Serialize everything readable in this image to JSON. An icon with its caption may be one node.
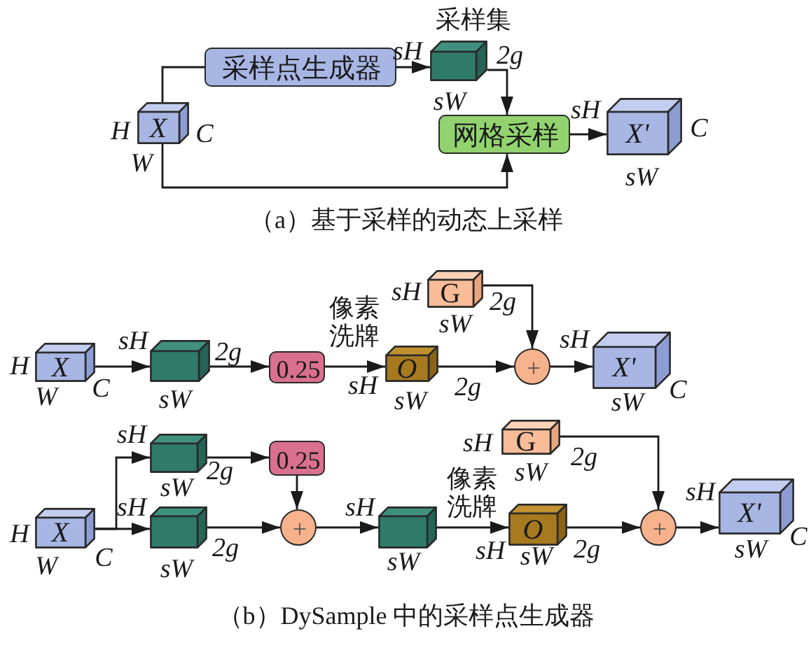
{
  "diagram": {
    "nodes": [
      {
        "text": [
          "X"
        ],
        "beside": [
          "H",
          "C",
          "W"
        ]
      },
      {
        "text": [
          "采样点生成器"
        ]
      },
      {
        "text": [],
        "shape": "box",
        "beside": [
          "采样集",
          "sH",
          "2g",
          "sW"
        ]
      },
      {
        "text": [
          "网格采样"
        ]
      },
      {
        "text": [
          "X'"
        ],
        "beside": [
          "sH",
          "C",
          "sW"
        ]
      },
      {
        "text": [
          "X"
        ],
        "beside": [
          "H",
          "C",
          "W"
        ]
      },
      {
        "text": [],
        "shape": "box",
        "beside": [
          "sH",
          "2g",
          "sW"
        ]
      },
      {
        "text": [
          "0.25"
        ]
      },
      {
        "text": [
          "O"
        ],
        "beside": [
          "sH",
          "sW",
          "2g"
        ]
      },
      {
        "text": [
          "G"
        ],
        "beside": [
          "sH",
          "2g",
          "sW"
        ]
      },
      {
        "text": [
          "+"
        ]
      },
      {
        "text": [
          "X'"
        ],
        "beside": [
          "sH",
          "sW",
          "C"
        ]
      },
      {
        "text": [
          "X"
        ],
        "beside": [
          "H",
          "C",
          "W"
        ]
      },
      {
        "text": [],
        "shape": "box",
        "beside": [
          "sH",
          "2g",
          "sW"
        ]
      },
      {
        "text": [],
        "shape": "box",
        "beside": [
          "sH",
          "2g",
          "sW"
        ]
      },
      {
        "text": [
          "0.25"
        ]
      },
      {
        "text": [
          "+"
        ]
      },
      {
        "text": [],
        "shape": "box",
        "beside": [
          "sH",
          "sW"
        ]
      },
      {
        "text": [
          "G"
        ],
        "beside": [
          "sH",
          "2g",
          "sW"
        ]
      },
      {
        "text": [
          "O"
        ],
        "beside": [
          "sH",
          "sW",
          "2g"
        ]
      },
      {
        "text": [
          "+"
        ]
      },
      {
        "text": [
          "X'"
        ],
        "beside": [
          "sH",
          "sW",
          "C"
        ]
      }
    ],
    "edges": [
      {
        "from": 0,
        "to": 1,
        "arrow": "none"
      },
      {
        "from": 1,
        "to": 2,
        "arrow": "to"
      },
      {
        "from": 2,
        "to": 3,
        "arrow": "to"
      },
      {
        "from": 0,
        "to": 3,
        "arrow": "to"
      },
      {
        "from": 3,
        "to": 4,
        "arrow": "to"
      },
      {
        "from": 5,
        "to": 6,
        "arrow": "to"
      },
      {
        "from": 6,
        "to": 7,
        "arrow": "to"
      },
      {
        "from": 7,
        "to": 8,
        "arrow": "to",
        "label": "像素洗牌"
      },
      {
        "from": 8,
        "to": 10,
        "arrow": "to"
      },
      {
        "from": 9,
        "to": 10,
        "arrow": "to"
      },
      {
        "from": 10,
        "to": 11,
        "arrow": "to"
      },
      {
        "from": 12,
        "to": 13,
        "arrow": "to"
      },
      {
        "from": 12,
        "to": 14,
        "arrow": "to"
      },
      {
        "from": 13,
        "to": 15,
        "arrow": "to"
      },
      {
        "from": 15,
        "to": 16,
        "arrow": "to"
      },
      {
        "from": 14,
        "to": 16,
        "arrow": "to"
      },
      {
        "from": 16,
        "to": 17,
        "arrow": "to"
      },
      {
        "from": 17,
        "to": 19,
        "arrow": "to",
        "label": "像素洗牌"
      },
      {
        "from": 18,
        "to": 20,
        "arrow": "to"
      },
      {
        "from": 19,
        "to": 20,
        "arrow": "to"
      },
      {
        "from": 20,
        "to": 21,
        "arrow": "to"
      }
    ],
    "labels": [
      "（a）基于采样的动态上采样",
      "（b）DySample 中的采样点生成器"
    ]
  }
}
